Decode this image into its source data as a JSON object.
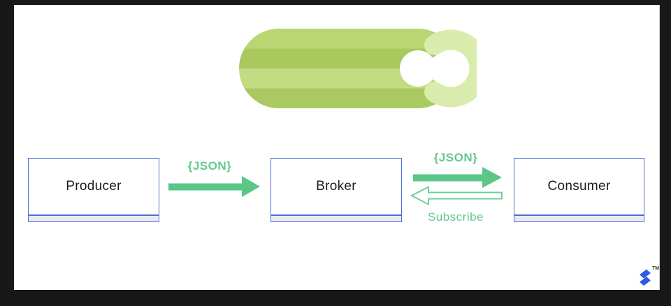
{
  "nodes": [
    {
      "id": "producer",
      "label": "Producer"
    },
    {
      "id": "broker",
      "label": "Broker"
    },
    {
      "id": "consumer",
      "label": "Consumer"
    }
  ],
  "edges": [
    {
      "from": "Producer",
      "to": "Broker",
      "label": "{JSON}",
      "style": "solid-green-arrow-right"
    },
    {
      "from": "Broker",
      "to": "Consumer",
      "label": "{JSON}",
      "style": "solid-green-arrow-right"
    },
    {
      "from": "Consumer",
      "to": "Broker",
      "label": "Subscribe",
      "style": "outlined-green-arrow-left"
    }
  ],
  "icons": {
    "header_logo": "celery-logo",
    "watermark_logo": "toptal-logo"
  },
  "watermark": {
    "trademark": "TM"
  },
  "colors": {
    "frame": "#181818",
    "canvas": "#ffffff",
    "node_border": "#4a6fd4",
    "node_footer_fill": "#e9e9f2",
    "node_text": "#1d1d1d",
    "arrow_solid_green": "#5ac687",
    "arrow_outline_green": "#70cf9a",
    "label_green": "#62c98e",
    "celery_stripe_1": "#b9d672",
    "celery_stripe_2": "#a9c85e",
    "celery_stripe_3": "#c1dc82",
    "celery_stripe_4": "#abc963",
    "celery_c": "#d9ecad",
    "watermark_blue": "#2e5be2"
  }
}
